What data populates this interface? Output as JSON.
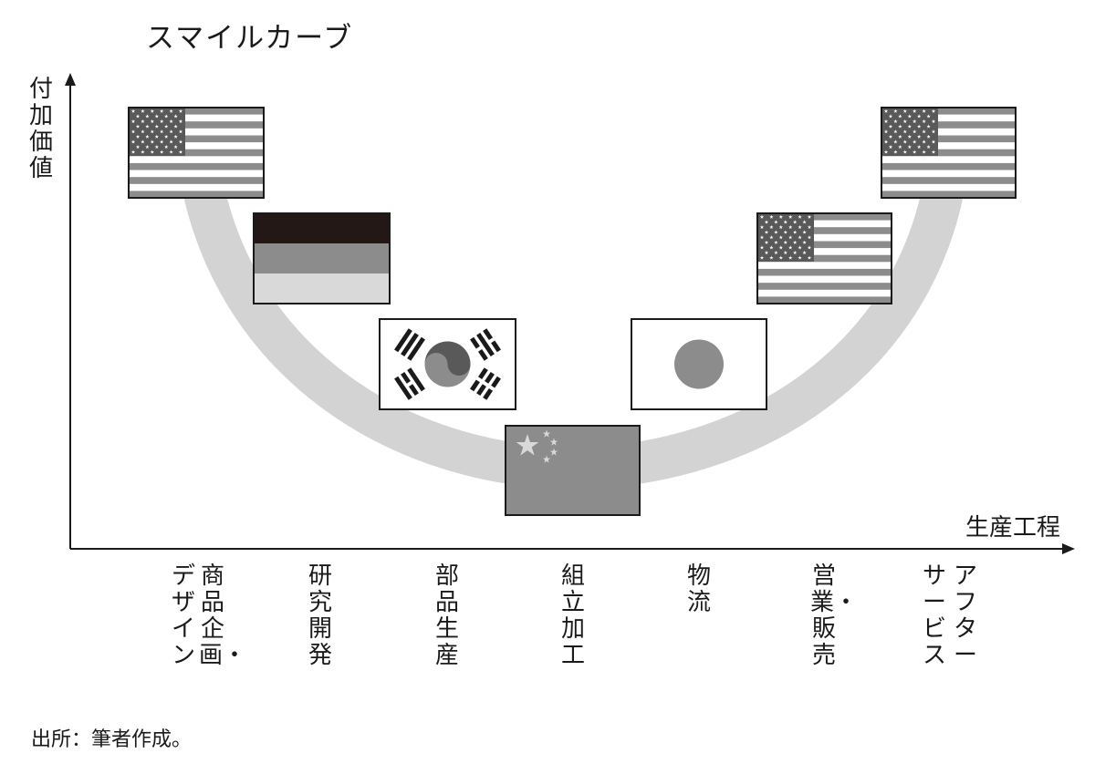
{
  "title": "スマイルカーブ",
  "y_axis_label": "付加価値",
  "x_axis_label": "生産工程",
  "stages": [
    {
      "lines": [
        "商品企画・",
        "デザイン"
      ]
    },
    {
      "lines": [
        "研究開発"
      ]
    },
    {
      "lines": [
        "部品生産"
      ]
    },
    {
      "lines": [
        "組立加工"
      ]
    },
    {
      "lines": [
        "物流"
      ]
    },
    {
      "lines": [
        "営業・販売"
      ]
    },
    {
      "lines": [
        "アフター",
        "サービス"
      ]
    }
  ],
  "source": "出所：筆者作成。",
  "flags": [
    "usa-flag",
    "germany-flag",
    "korea-flag",
    "china-flag",
    "japan-flag",
    "usa-flag",
    "usa-flag"
  ],
  "colors": {
    "curve": "#d3d3d3",
    "axis": "#1a1a1a",
    "flag_dark": "#231815",
    "flag_mid": "#8c8c8c",
    "flag_light": "#d9d9d9"
  }
}
